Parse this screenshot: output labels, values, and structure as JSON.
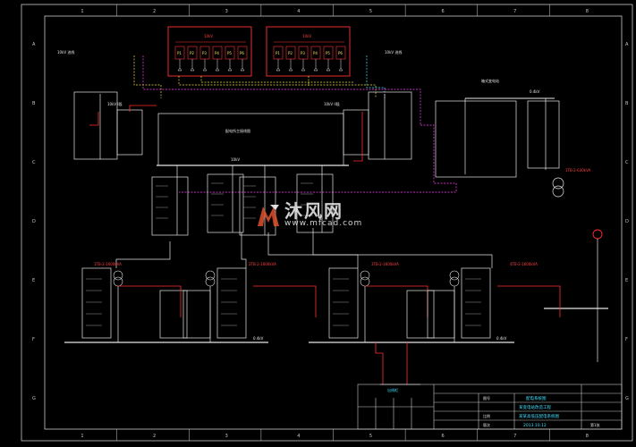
{
  "frame": {
    "top_numbers": [
      "1",
      "2",
      "3",
      "4",
      "5",
      "6",
      "7",
      "8"
    ],
    "side_letters": [
      "A",
      "B",
      "C",
      "D",
      "E",
      "F",
      "G"
    ]
  },
  "panels": {
    "p1_title": "10kV",
    "p2_title": "10kV",
    "slot_labels": [
      "P1",
      "P2",
      "P3",
      "P4",
      "P5",
      "P6"
    ]
  },
  "labels": {
    "bus_left": "10kV I段",
    "bus_right": "10kV II段",
    "bus_center": "10kV",
    "section_title": "配电所主接线图",
    "right_title": "箱式变电站",
    "right_bus": "0.4kV",
    "transformer_a": "1TB-2-1600kVA",
    "transformer_b": "2TB-2-1600kVA",
    "transformer_c": "3TB-2-1600kVA",
    "transformer_d": "4TB-2-1600kVA",
    "transformer_e": "1TB-2-630kVA",
    "line_bottom_left": "0.4kV",
    "line_bottom_right": "0.4kV",
    "feeder_bottom": "出线柜"
  },
  "title_block": {
    "drawing_title": "配电系统图",
    "project": "某变电站改造工程",
    "subtitle": "某某高低压配电系统图",
    "date": "2013.10.12",
    "sheet_label": "图号",
    "scale_label": "比例",
    "rev_label": "版次",
    "sheet_no": "第1张"
  },
  "watermark": {
    "cn": "沐风网",
    "url": "www.mfcad.com"
  },
  "colors": {
    "background": "#000000",
    "frame": "#c8c8c8",
    "bus_white": "#e6e6e6",
    "red": "#ff3030",
    "yellow": "#f0e040",
    "cyan": "#30d0ff",
    "magenta": "#ff40ff",
    "green": "#40ff60"
  }
}
